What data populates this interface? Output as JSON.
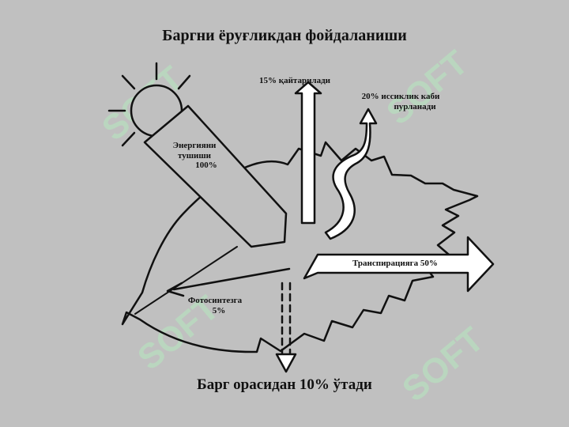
{
  "title": "Баргни ёруғликдан фойдаланиши",
  "caption": "Барг орасидан 10% ўтади",
  "labels": {
    "energy": [
      "Энергияни",
      "тушиши",
      "100%"
    ],
    "reflected": "15% қайтарилади",
    "evaporation": [
      "20% иссиклик каби",
      "пурланади"
    ],
    "transpiration": "Транспирацияга 50%",
    "photosynthesis": [
      "Фотосинтезга",
      "5%"
    ]
  },
  "watermark": "SOFT",
  "colors": {
    "background": "#c0c0c0",
    "stroke": "#111111",
    "arrow_fill": "#ffffff",
    "watermark": "#b4e8be"
  },
  "icons": [
    "sun-icon"
  ]
}
